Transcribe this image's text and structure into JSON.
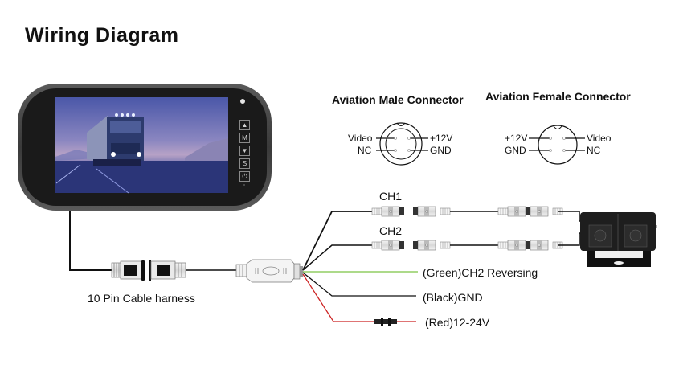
{
  "title": "Wiring Diagram",
  "monitor": {
    "buttons": [
      {
        "name": "up",
        "glyph": "▲"
      },
      {
        "name": "menu",
        "glyph": "M"
      },
      {
        "name": "down",
        "glyph": "▼"
      },
      {
        "name": "source",
        "glyph": "S"
      },
      {
        "name": "power",
        "glyph": "⏻"
      }
    ]
  },
  "male_connector": {
    "title": "Aviation Male Connector",
    "pins": {
      "top_left": "Video",
      "bottom_left": "NC",
      "top_right": "+12V",
      "bottom_right": "GND"
    }
  },
  "female_connector": {
    "title": "Aviation Female Connector",
    "pins": {
      "top_left": "+12V",
      "bottom_left": "GND",
      "top_right": "Video",
      "bottom_right": "NC"
    }
  },
  "harness_label": "10 Pin Cable harness",
  "channels": [
    {
      "label": "CH1"
    },
    {
      "label": "CH2"
    }
  ],
  "wires": [
    {
      "label": "(Green)CH2 Reversing",
      "color": "#7cc444"
    },
    {
      "label": "(Black)GND",
      "color": "#111111"
    },
    {
      "label": "(Red)12-24V",
      "color": "#cc2222"
    }
  ]
}
